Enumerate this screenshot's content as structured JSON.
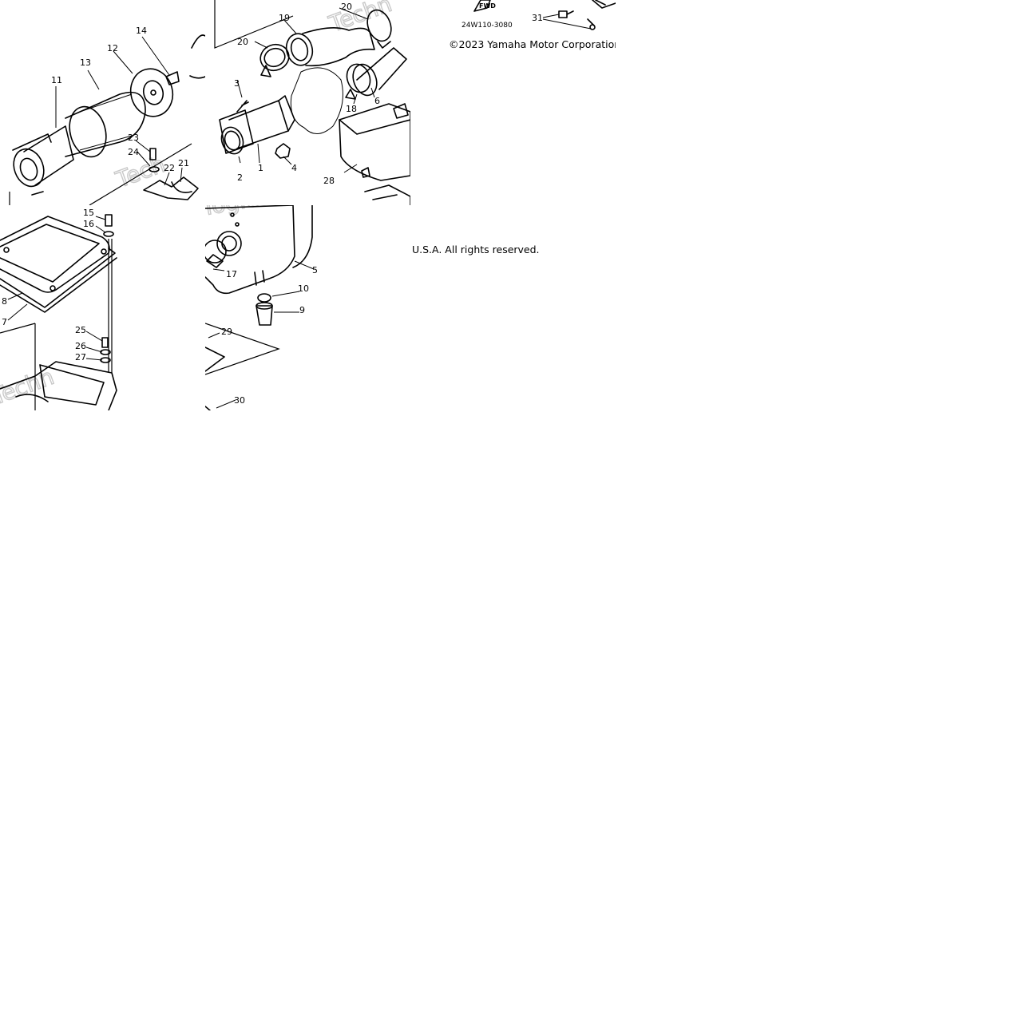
{
  "diagram": {
    "part_numbers": {
      "p1": "1",
      "p2": "2",
      "p3": "3",
      "p4": "4",
      "p5": "5",
      "p6": "6",
      "p7": "7",
      "p8": "8",
      "p9": "9",
      "p10": "10",
      "p11": "11",
      "p12": "12",
      "p13": "13",
      "p14": "14",
      "p15": "15",
      "p16": "16",
      "p17": "17",
      "p18": "18",
      "p19": "19",
      "p20": "20",
      "p21": "21",
      "p22": "22",
      "p23": "23",
      "p24": "24",
      "p25": "25",
      "p26": "26",
      "p27": "27",
      "p28": "28",
      "p29": "29",
      "p30": "30",
      "p31": "31"
    },
    "drawing_code": "24W110-3080",
    "fwd_label": "FWD",
    "watermark": "Technologies"
  },
  "copyright": {
    "line1": "©2023 Yamaha Motor Corporation.",
    "line2": "U.S.A. All rights reserved."
  }
}
